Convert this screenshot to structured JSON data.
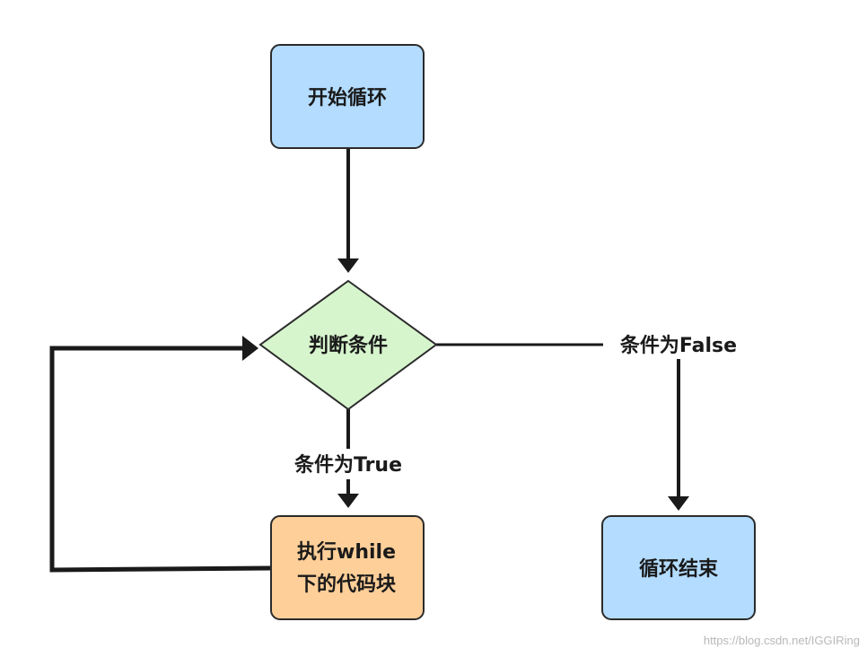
{
  "nodes": {
    "start": {
      "label": "开始循环",
      "fill": "#b3dcff",
      "stroke": "#2b2b2b"
    },
    "condition": {
      "label": "判断条件",
      "fill": "#d7f5cd",
      "stroke": "#2b2b2b"
    },
    "body": {
      "line1": "执行while",
      "line2": "下的代码块",
      "fill": "#ffcf99",
      "stroke": "#2b2b2b"
    },
    "end": {
      "label": "循环结束",
      "fill": "#b3dcff",
      "stroke": "#2b2b2b"
    }
  },
  "edges": {
    "true_label": "条件为True",
    "false_label": "条件为False",
    "line_color": "#1a1a1a"
  },
  "watermark": "https://blog.csdn.net/IGGIRing"
}
